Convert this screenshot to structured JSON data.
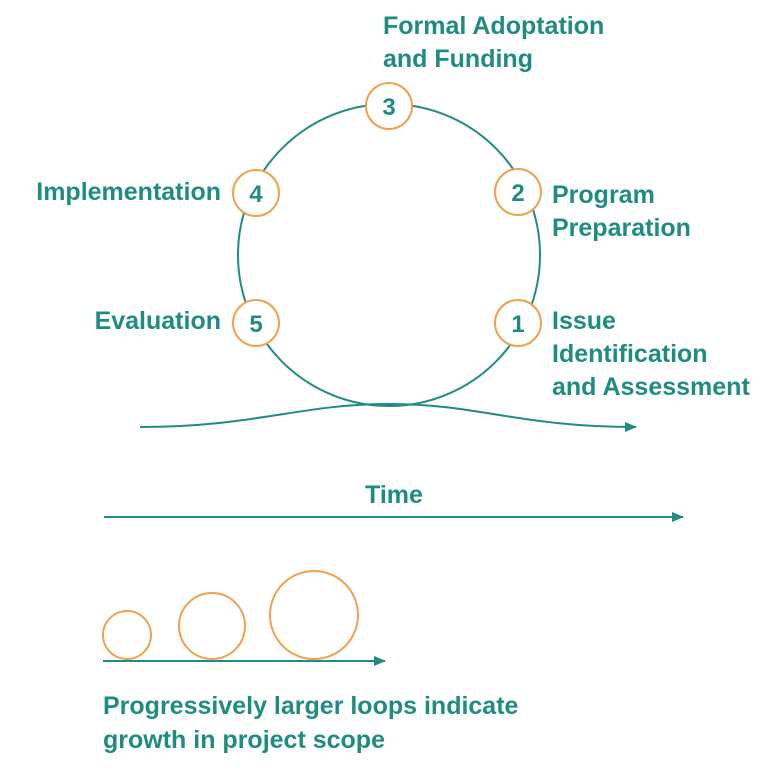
{
  "colors": {
    "teal": "#1F8C84",
    "orange": "#F0A14E",
    "background": "#FFFFFF"
  },
  "diagram": {
    "steps": [
      {
        "number": "1",
        "label_lines": [
          "Issue",
          "Identification",
          "and Assessment"
        ]
      },
      {
        "number": "2",
        "label_lines": [
          "Program",
          "Preparation"
        ]
      },
      {
        "number": "3",
        "label_lines": [
          "Formal Adoptation",
          "and Funding"
        ]
      },
      {
        "number": "4",
        "label_lines": [
          "Implementation"
        ]
      },
      {
        "number": "5",
        "label_lines": [
          "Evaluation"
        ]
      }
    ],
    "time_label": "Time",
    "legend_lines": [
      "Progressively larger loops indicate",
      "growth in project scope"
    ]
  }
}
